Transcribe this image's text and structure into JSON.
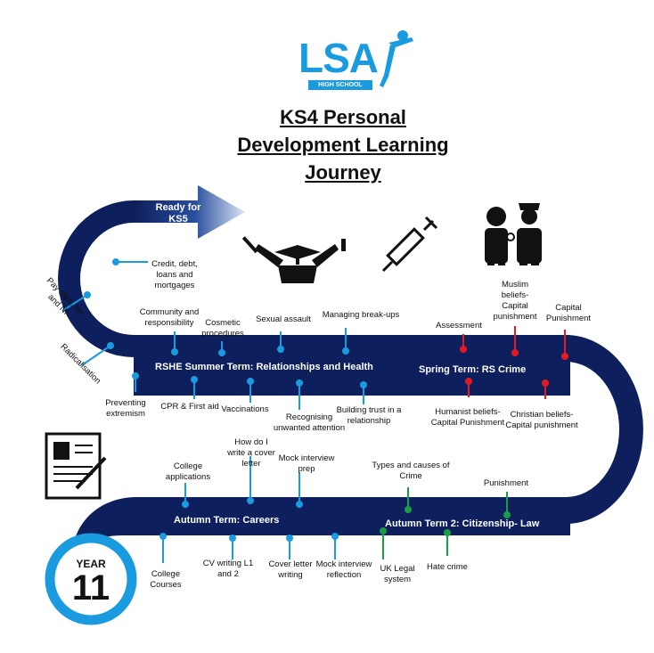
{
  "logo": {
    "name": "LSA",
    "subtitle": "HIGH SCHOOL"
  },
  "title": {
    "line1": "KS4 Personal",
    "line2": "Development Learning",
    "line3": "Journey"
  },
  "ready": {
    "line1": "Ready for",
    "line2": "KS5"
  },
  "year": {
    "label": "YEAR",
    "number": "11"
  },
  "terms": {
    "rshe": "RSHE Summer Term: Relationships and Health",
    "spring": "Spring Term:  RS Crime",
    "autumn1": "Autumn Term: Careers",
    "autumn2": "Autumn Term 2: Citizenship- Law"
  },
  "labels": {
    "credit": "Credit, debt, loans and mortgages",
    "payslips": "Pay slips, tax and NI",
    "radicalisation": "Radicalisation",
    "community": "Community and responsibility",
    "cosmetic": "Cosmetic procedures",
    "sexual": "Sexual assault",
    "breakups": "Managing break-ups",
    "extremism": "Preventing extremism",
    "cpr": "CPR & First aid",
    "vaccinations": "Vaccinations",
    "attention": "Recognising unwanted attention",
    "trust": "Building trust in a relationship",
    "assessment": "Assessment",
    "muslim": "Muslim beliefs- Capital punishment",
    "capital": "Capital Punishment",
    "humanist": "Humanist beliefs- Capital Punishment",
    "christian": "Christian beliefs- Capital punishment",
    "college_apps": "College applications",
    "cover_write": "How do I write a cover letter",
    "mock_prep": "Mock interview prep",
    "crime_types": "Types and causes of Crime",
    "punishment": "Punishment",
    "college_courses": "College Courses",
    "cv": "CV writing L1 and 2",
    "cover_writing": "Cover letter writing",
    "mock_reflection": "Mock interview reflection",
    "legal": "UK Legal system",
    "hate": "Hate crime"
  },
  "icons": [
    "graduate-icon",
    "syringe-icon",
    "prisoner-police-icon",
    "document-icon",
    "runner-logo-icon"
  ],
  "colors": {
    "road": "#0d1f5c",
    "blue_marker": "#1a9be0",
    "red_marker": "#e31b23",
    "green_marker": "#1a9e45",
    "logo": "#1a9be0"
  }
}
